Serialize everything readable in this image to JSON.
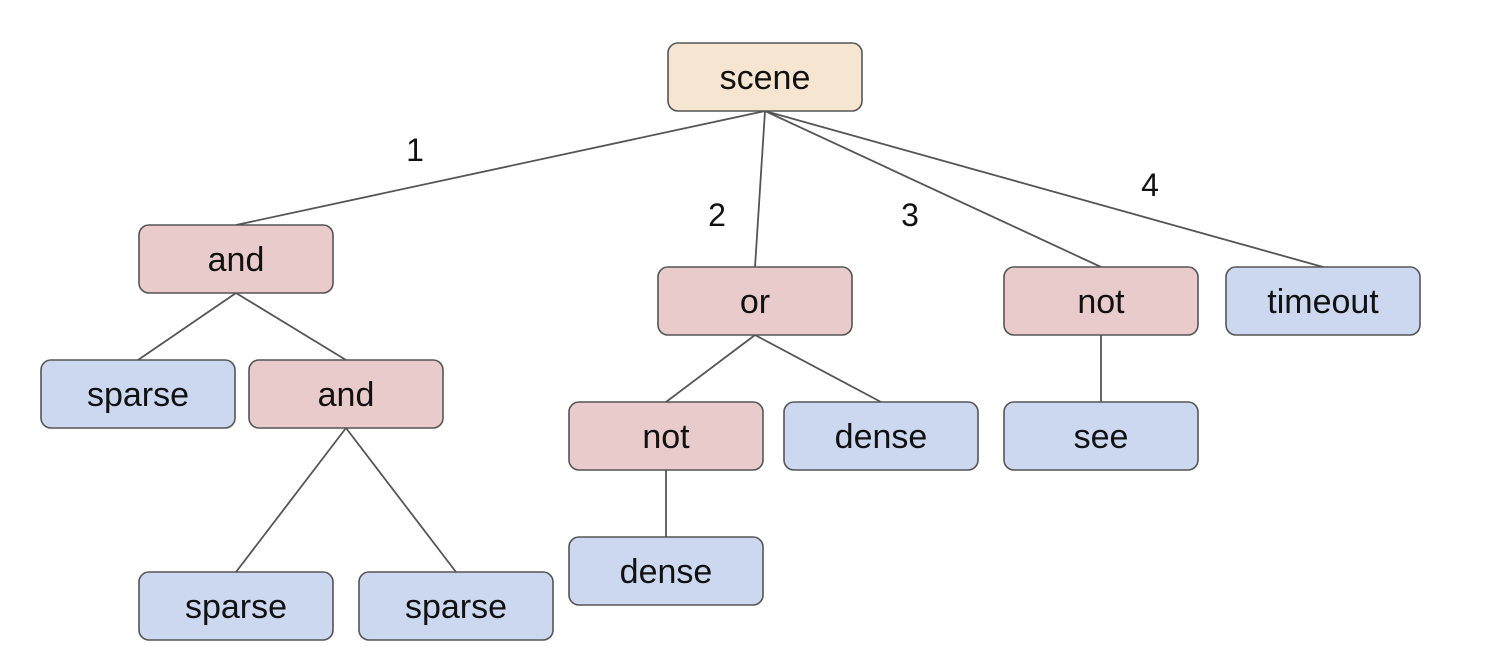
{
  "colors": {
    "root": "#f6e6d1",
    "operator": "#e9cbcb",
    "leaf": "#ccd8f0",
    "border": "#555555",
    "line": "#555555"
  },
  "nodes": [
    {
      "id": "scene",
      "label": "scene",
      "kind": "root"
    },
    {
      "id": "and1",
      "label": "and",
      "kind": "operator"
    },
    {
      "id": "sparse1",
      "label": "sparse",
      "kind": "leaf"
    },
    {
      "id": "and2",
      "label": "and",
      "kind": "operator"
    },
    {
      "id": "sparse2",
      "label": "sparse",
      "kind": "leaf"
    },
    {
      "id": "sparse3",
      "label": "sparse",
      "kind": "leaf"
    },
    {
      "id": "or1",
      "label": "or",
      "kind": "operator"
    },
    {
      "id": "not1",
      "label": "not",
      "kind": "operator"
    },
    {
      "id": "dense1",
      "label": "dense",
      "kind": "leaf"
    },
    {
      "id": "dense2",
      "label": "dense",
      "kind": "leaf"
    },
    {
      "id": "not2",
      "label": "not",
      "kind": "operator"
    },
    {
      "id": "see1",
      "label": "see",
      "kind": "leaf"
    },
    {
      "id": "timeout1",
      "label": "timeout",
      "kind": "leaf"
    }
  ],
  "edges": [
    {
      "from": "scene",
      "to": "and1",
      "label": "1"
    },
    {
      "from": "scene",
      "to": "or1",
      "label": "2"
    },
    {
      "from": "scene",
      "to": "not2",
      "label": "3"
    },
    {
      "from": "scene",
      "to": "timeout1",
      "label": "4"
    },
    {
      "from": "and1",
      "to": "sparse1",
      "label": ""
    },
    {
      "from": "and1",
      "to": "and2",
      "label": ""
    },
    {
      "from": "and2",
      "to": "sparse2",
      "label": ""
    },
    {
      "from": "and2",
      "to": "sparse3",
      "label": ""
    },
    {
      "from": "or1",
      "to": "not1",
      "label": ""
    },
    {
      "from": "or1",
      "to": "dense2",
      "label": ""
    },
    {
      "from": "not1",
      "to": "dense1",
      "label": ""
    },
    {
      "from": "not2",
      "to": "see1",
      "label": ""
    }
  ]
}
